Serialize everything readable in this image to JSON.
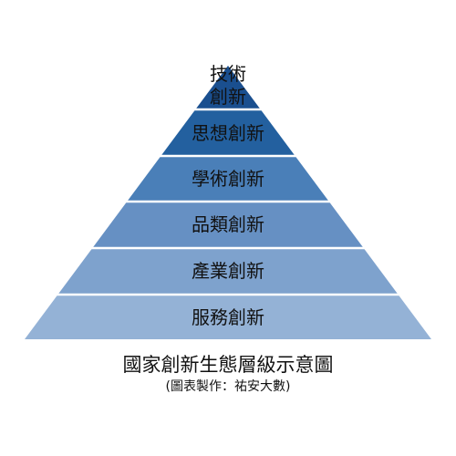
{
  "pyramid": {
    "levels": [
      {
        "label_lines": [
          "技術",
          "創新"
        ],
        "color": "#1a4f8f"
      },
      {
        "label_lines": [
          "思想創新"
        ],
        "color": "#23609f"
      },
      {
        "label_lines": [
          "學術創新"
        ],
        "color": "#4a7fb8"
      },
      {
        "label_lines": [
          "品類創新"
        ],
        "color": "#6690c3"
      },
      {
        "label_lines": [
          "產業創新"
        ],
        "color": "#7ea2cd"
      },
      {
        "label_lines": [
          "服務創新"
        ],
        "color": "#94b2d6"
      }
    ],
    "separator_color": "#ffffff"
  },
  "caption": {
    "title": "國家創新生態層級示意圖",
    "credit": "(圖表製作：祐安大數)"
  }
}
